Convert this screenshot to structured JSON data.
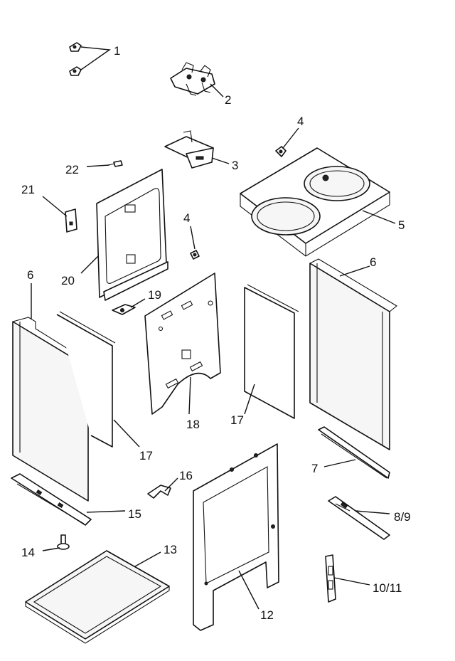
{
  "callouts": {
    "p1": "1",
    "p2": "2",
    "p3": "3",
    "p4a": "4",
    "p4b": "4",
    "p5": "5",
    "p6a": "6",
    "p6b": "6",
    "p7": "7",
    "p8": "8/9",
    "p10": "10/11",
    "p12": "12",
    "p13": "13",
    "p14": "14",
    "p15": "15",
    "p16": "16",
    "p17a": "17",
    "p17b": "17",
    "p18": "18",
    "p19": "19",
    "p20": "20",
    "p21": "21",
    "p22": "22"
  }
}
